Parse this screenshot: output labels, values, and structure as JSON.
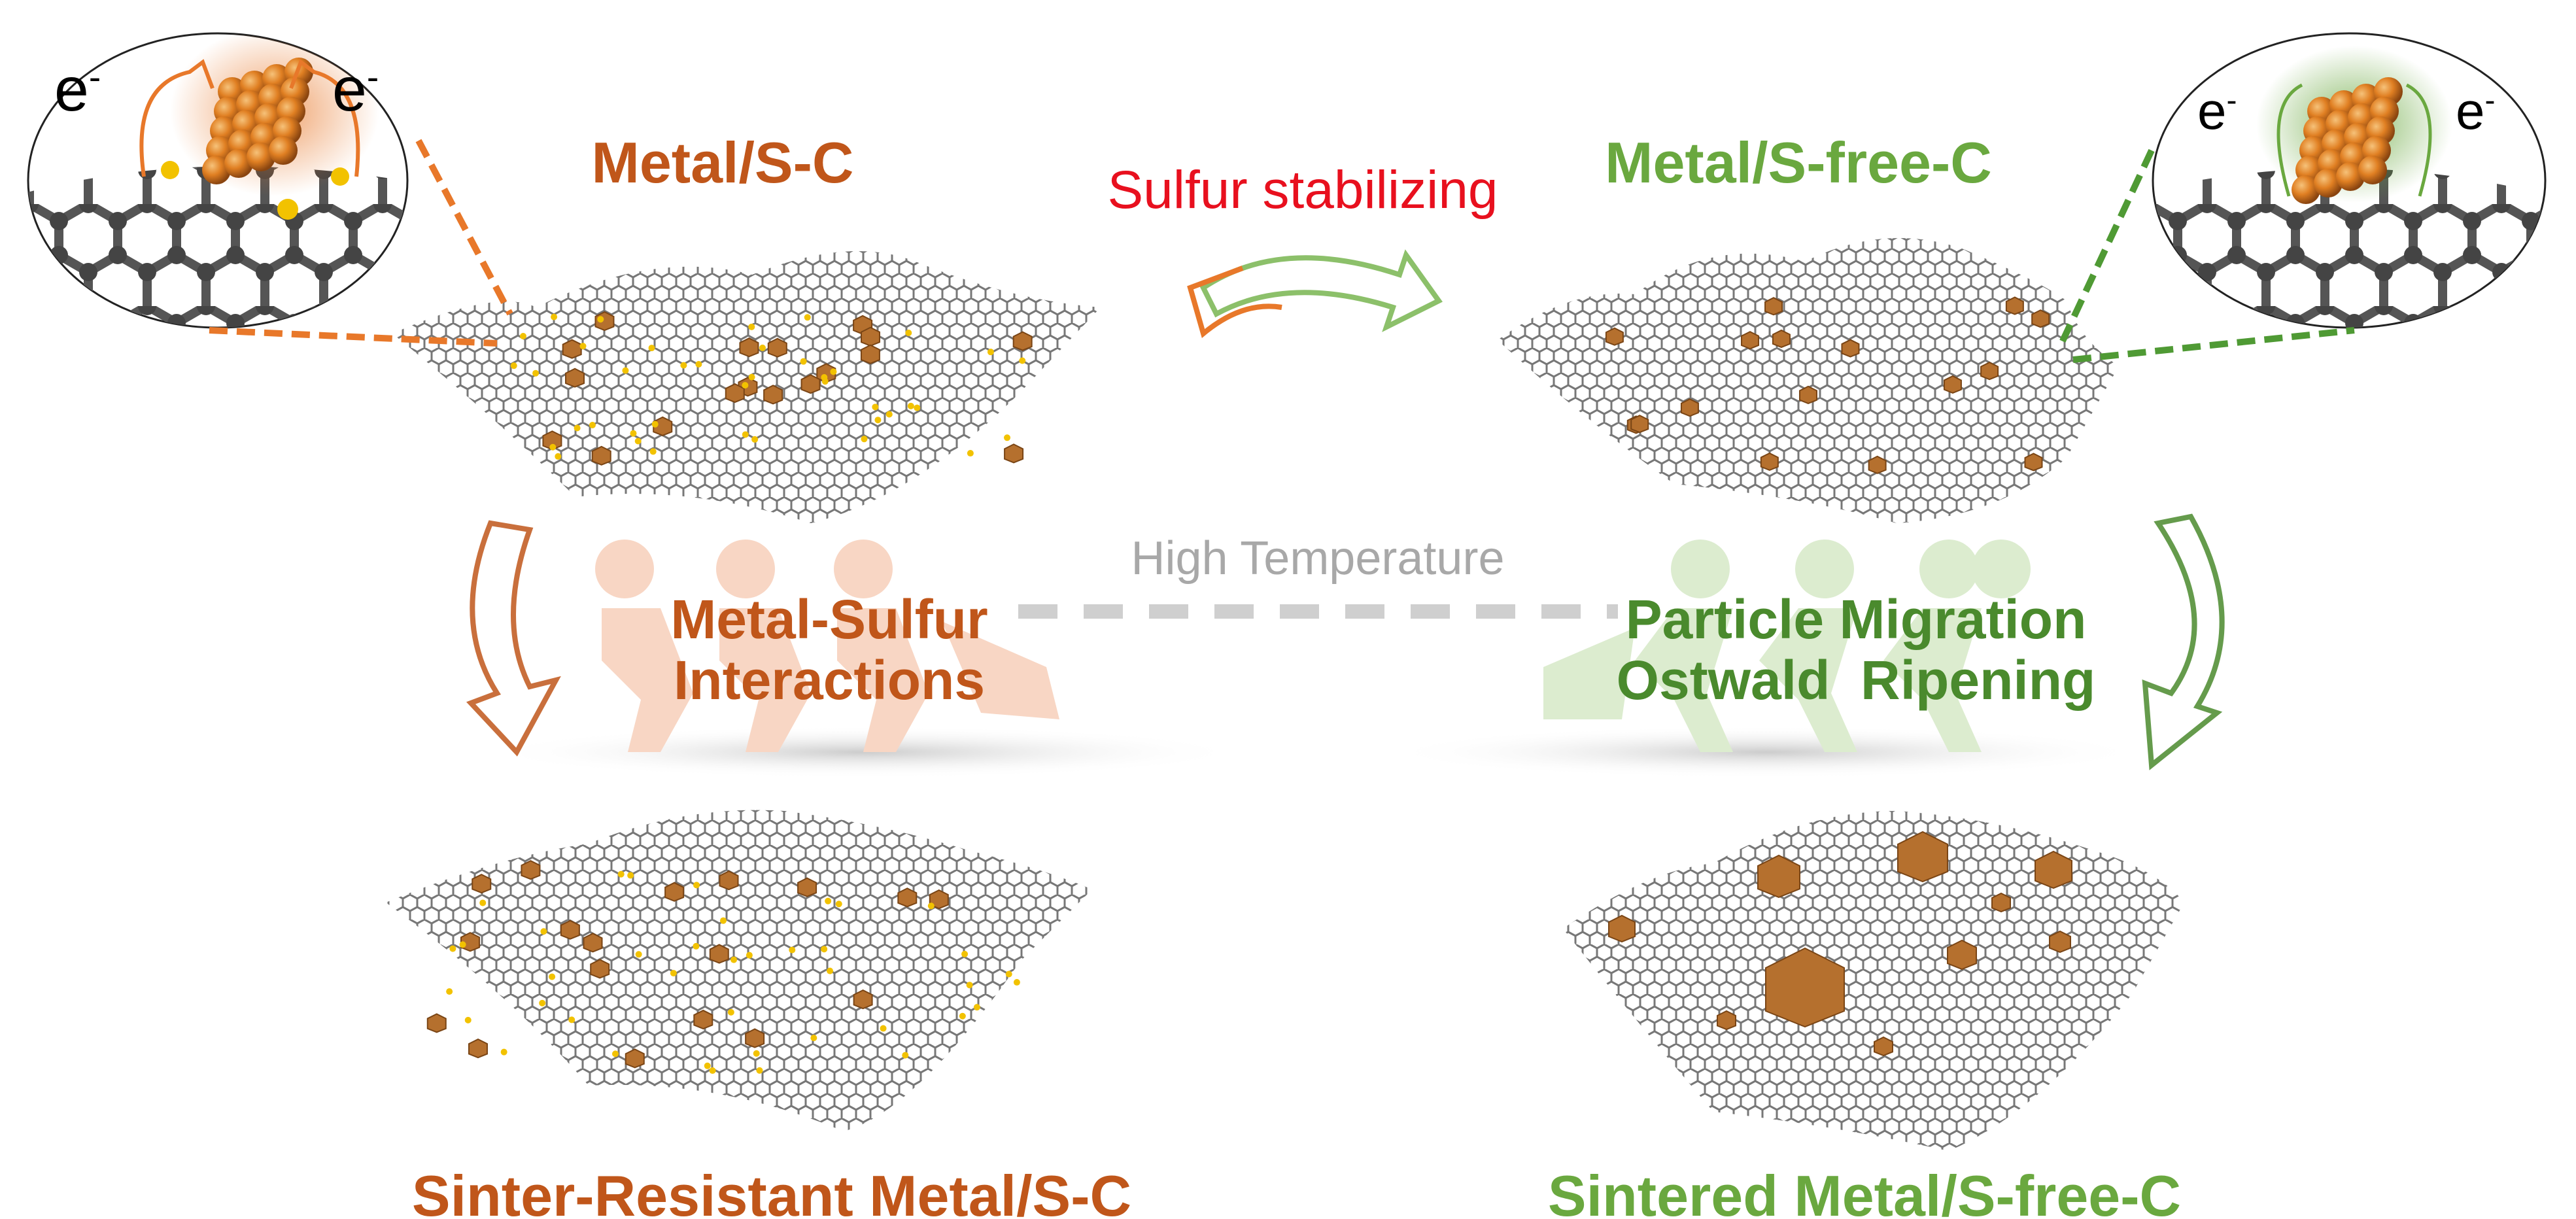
{
  "labels": {
    "metal_s_c": "Metal/S-C",
    "sulfur_stabilizing": "Sulfur stabilizing",
    "metal_s_free_c": "Metal/S-free-C",
    "high_temperature": "High Temperature",
    "metal_sulfur_line1": "Metal-Sulfur",
    "metal_sulfur_line2": "Interactions",
    "particle_migration": "Particle Migration",
    "ostwald_ripening": "Ostwald  Ripening",
    "sinter_resistant": "Sinter-Resistant Metal/S-C",
    "sintered": "Sintered Metal/S-free-C",
    "electron": "e",
    "electron_sup": "-"
  },
  "colors": {
    "orange": "#c0561a",
    "orange_light": "#e8782a",
    "green": "#6aa83f",
    "dark_green": "#4a8a2d",
    "red": "#e8101e",
    "gray": "#aaaaaa",
    "carbon": "#6b6b6b",
    "sulfur": "#f2c200",
    "metal": "#b5702e"
  }
}
